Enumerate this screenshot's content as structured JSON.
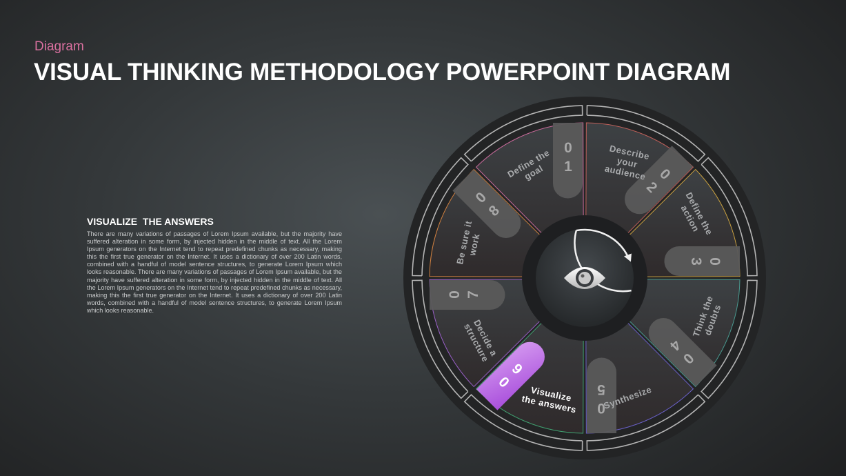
{
  "header": {
    "kicker": "Diagram",
    "title": "VISUAL THINKING METHODOLOGY POWERPOINT DIAGRAM"
  },
  "text_block": {
    "heading": "VISUALIZE  THE ANSWERS",
    "body": "There are many variations of passages of Lorem Ipsum available, but the majority have suffered alteration in some form, by injected hidden in the middle of text. All the Lorem Ipsum generators on the Internet tend to repeat predefined chunks as necessary, making this the first true generator on the Internet. It uses a dictionary of over 200 Latin words, combined with a handful of model sentence structures, to generate Lorem Ipsum which looks reasonable. There are many variations of passages of Lorem Ipsum available, but the majority have suffered alteration in some form, by injected hidden in the middle of text. All the Lorem Ipsum generators on the Internet tend to repeat predefined chunks as necessary, making this the first true generator on the Internet. It uses a dictionary of over 200 Latin words, combined with a handful of model sentence structures,  to generate Lorem Ipsum which looks reasonable."
  },
  "wheel": {
    "center_icon": "eye-icon",
    "cycle_icon": "circular-arrow-icon",
    "highlight_color": "#b060e0",
    "steps": [
      {
        "number": "01",
        "lines": [
          "Define the",
          "goal"
        ],
        "color": "#c86a9a",
        "active": false
      },
      {
        "number": "02",
        "lines": [
          "Describe",
          "your",
          "audience"
        ],
        "color": "#c0605a",
        "active": false
      },
      {
        "number": "03",
        "lines": [
          "Define the",
          "action"
        ],
        "color": "#c8a040",
        "active": false
      },
      {
        "number": "04",
        "lines": [
          "Think the",
          "doubts"
        ],
        "color": "#4a9a90",
        "active": false
      },
      {
        "number": "05",
        "lines": [
          "Synthesize"
        ],
        "color": "#6a60c8",
        "active": false
      },
      {
        "number": "06",
        "lines": [
          "Visualize",
          "the answers"
        ],
        "color": "#40a070",
        "active": true
      },
      {
        "number": "07",
        "lines": [
          "Decide a",
          "structure"
        ],
        "color": "#9a60c8",
        "active": false
      },
      {
        "number": "08",
        "lines": [
          "Be sure it",
          "work"
        ],
        "color": "#d08040",
        "active": false
      }
    ]
  }
}
